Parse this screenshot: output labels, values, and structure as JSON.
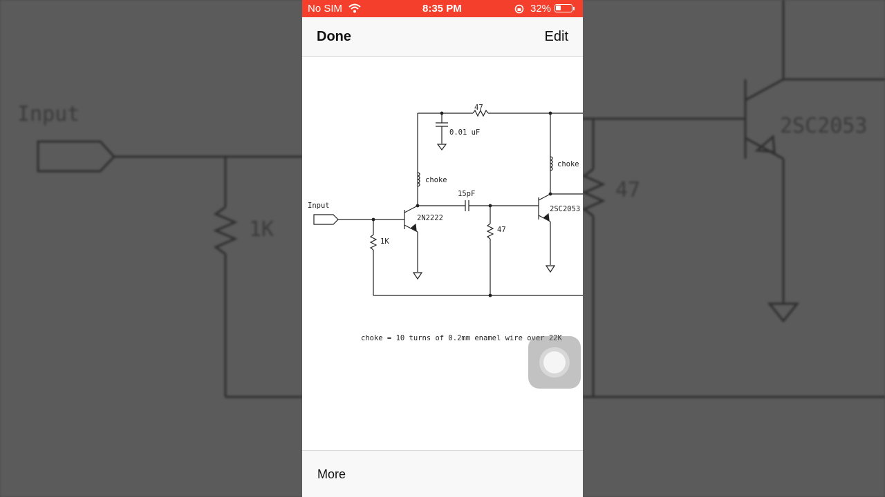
{
  "status_bar": {
    "carrier": "No SIM",
    "time": "8:35 PM",
    "battery": "32%",
    "battery_level": 0.32,
    "color": "#f33f2b"
  },
  "navbar": {
    "done_label": "Done",
    "edit_label": "Edit"
  },
  "schematic": {
    "input_label": "Input",
    "r_1k": "1K",
    "q1": "2N2222",
    "q2": "2SC2053",
    "q2_truncated": "2SC2053",
    "cap_top": "0.01 uF",
    "r_top": "47",
    "choke_left": "choke",
    "choke_right": "choke",
    "cap_mid": "15pF",
    "r_mid": "47",
    "note": "choke = 10 turns of 0.2mm enamel wire over 22K"
  },
  "background": {
    "input_label": "Input",
    "r_1k": "1K",
    "r_47": "47",
    "q2": "2SC2053"
  },
  "toolbar": {
    "more_label": "More"
  }
}
